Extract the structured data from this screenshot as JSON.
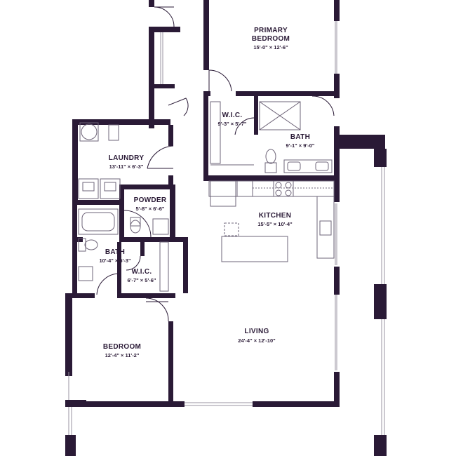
{
  "colors": {
    "wall": "#2a1a36",
    "fixture": "#6e6478",
    "thin": "#9a93a2"
  },
  "rooms": {
    "primary_bedroom": {
      "name_line1": "PRIMARY",
      "name_line2": "BEDROOM",
      "dims": "15'-0\" × 12'-6\""
    },
    "wic_primary": {
      "name": "W.I.C.",
      "dims": "9'-3\" × 5'-7\""
    },
    "bath_primary": {
      "name": "BATH",
      "dims": "9'-1\" × 9'-0\""
    },
    "laundry": {
      "name": "LAUNDRY",
      "dims": "13'-11\" × 6'-3\""
    },
    "powder": {
      "name": "POWDER",
      "dims": "5'-8\" × 6'-6\""
    },
    "kitchen": {
      "name": "KITCHEN",
      "dims": "15'-5\" × 10'-4\""
    },
    "bath2": {
      "name": "BATH",
      "dims": "10'-4\" × 5'-3\""
    },
    "wic2": {
      "name": "W.I.C.",
      "dims": "6'-7\" × 5'-6\""
    },
    "living": {
      "name": "LIVING",
      "dims": "24'-4\" × 12'-10\""
    },
    "bedroom": {
      "name": "BEDROOM",
      "dims": "12'-4\" × 11'-2\""
    }
  }
}
